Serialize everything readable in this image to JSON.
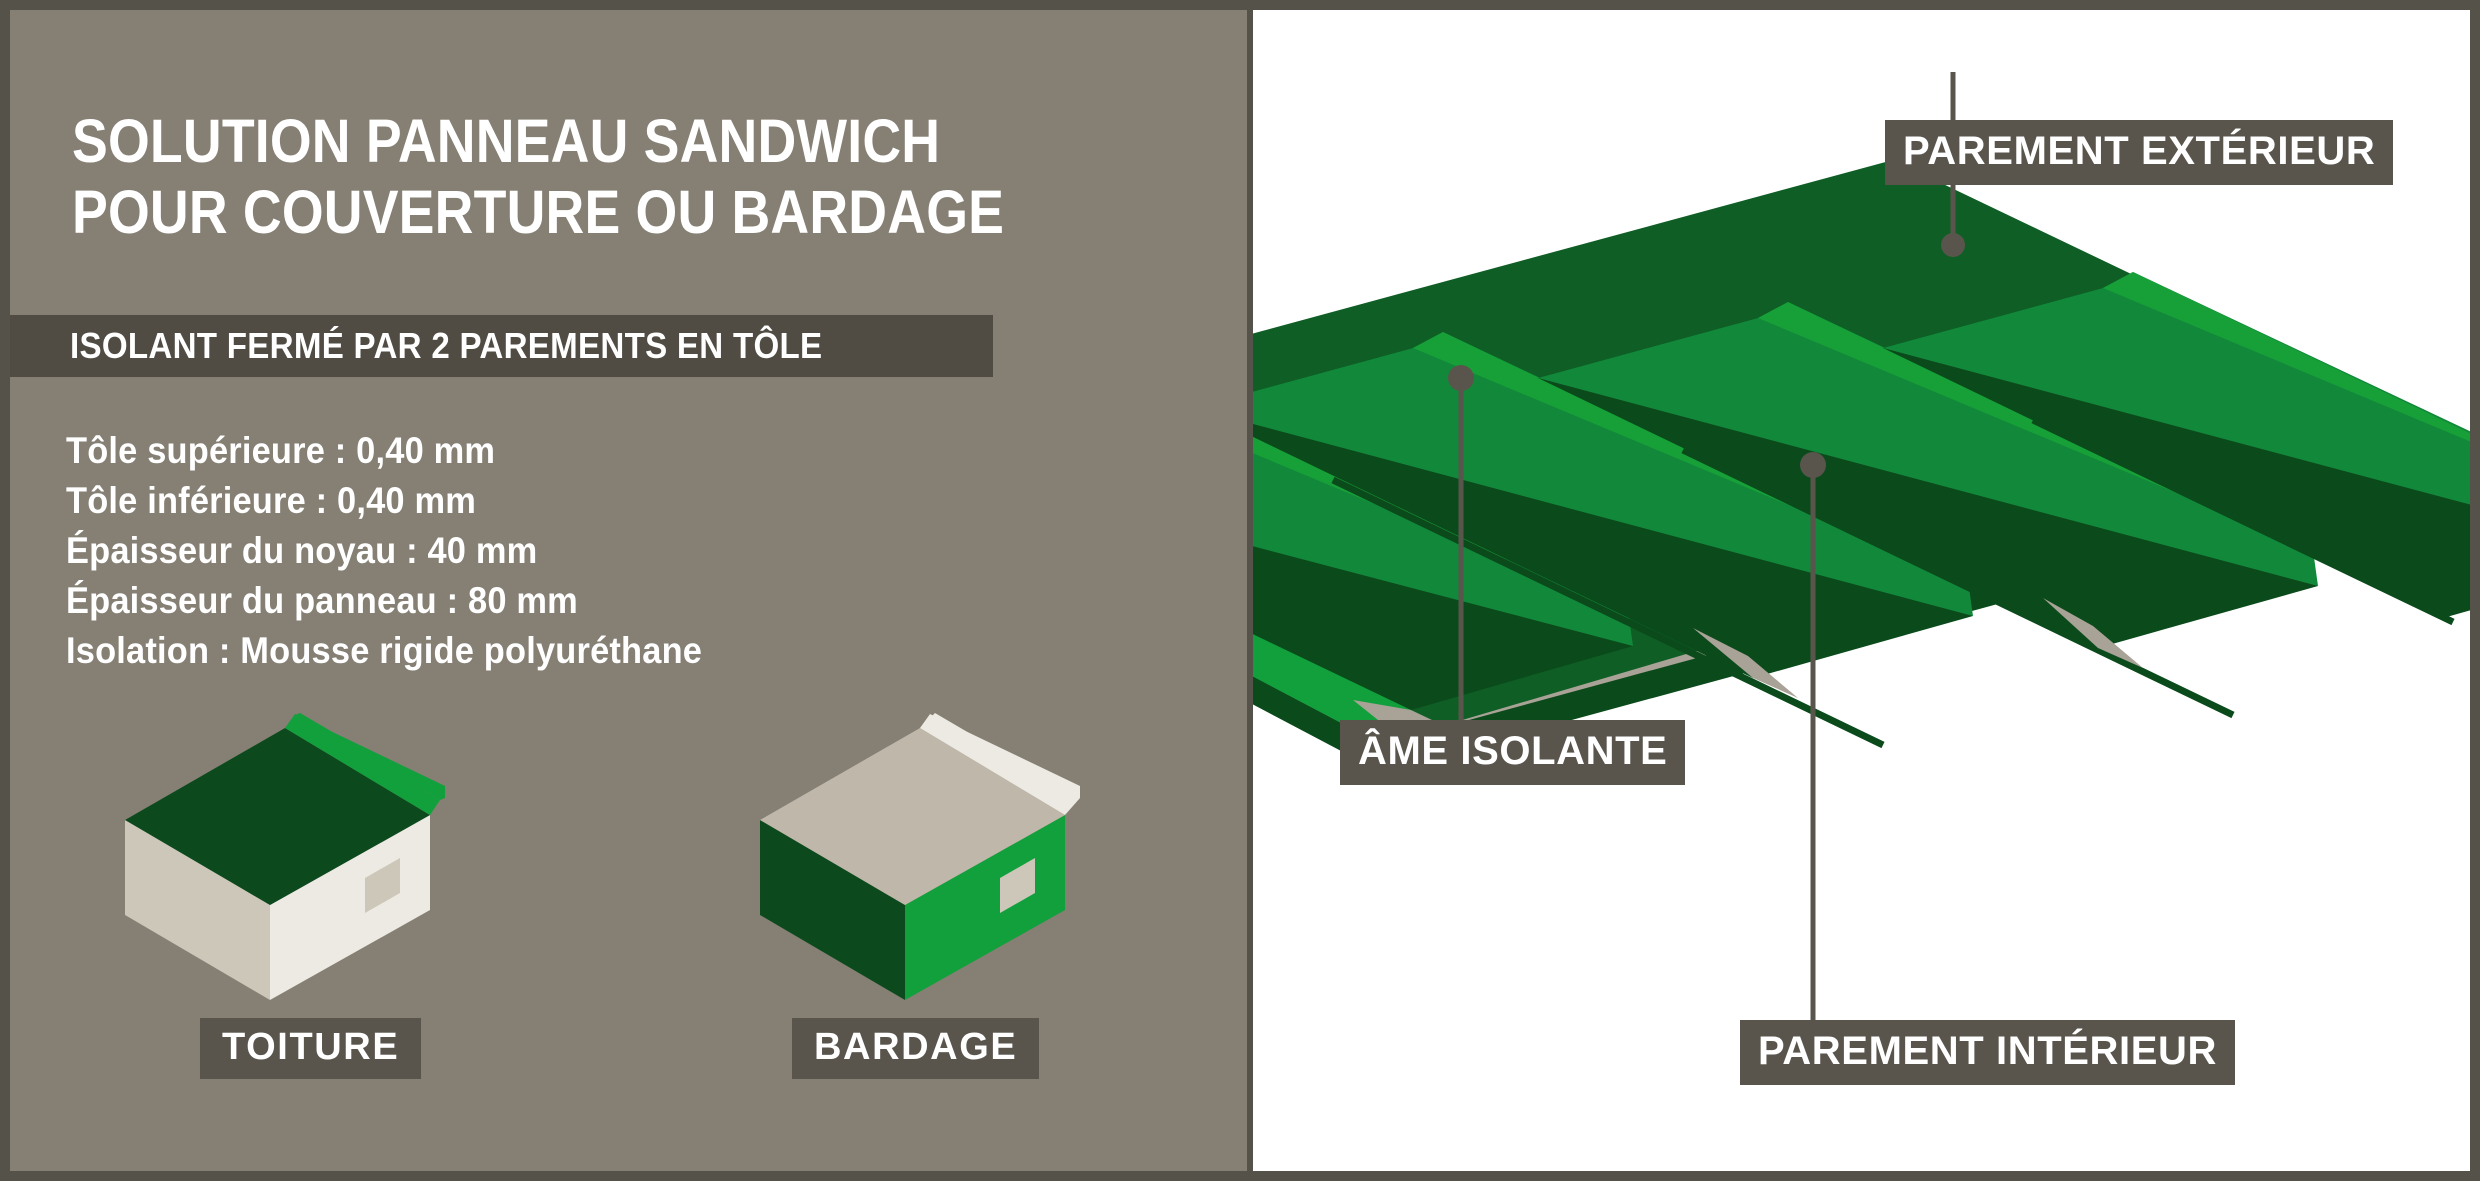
{
  "colors": {
    "page_border": "#55524a",
    "left_bg": "#857f74",
    "right_bg": "#ffffff",
    "band_dark": "#504c43",
    "label_box": "#59554c",
    "text_white": "#ffffff",
    "green_dark": "#0a4a1b",
    "green_mid": "#10803a",
    "green_bright": "#17a038",
    "core_beige": "#a9a296",
    "core_light": "#e8e4dc",
    "wall_cream": "#eceae2",
    "wall_beige": "#cdc7ba",
    "leader_line": "#59554c"
  },
  "left": {
    "title": "SOLUTION PANNEAU SANDWICH\nPOUR COUVERTURE OU BARDAGE",
    "subtitle": "ISOLANT FERMÉ PAR 2 PAREMENTS EN TÔLE",
    "specs": [
      "Tôle supérieure : 0,40 mm",
      "Tôle inférieure : 0,40 mm",
      "Épaisseur du noyau : 40 mm",
      "Épaisseur du panneau : 80 mm",
      "Isolation : Mousse rigide polyuréthane"
    ],
    "buildings": [
      {
        "caption": "TOITURE",
        "roof": "green",
        "walls": "cream"
      },
      {
        "caption": "BARDAGE",
        "roof": "beige",
        "walls": "green"
      }
    ]
  },
  "right": {
    "callouts": [
      {
        "label": "PAREMENT EXTÉRIEUR",
        "target": "outer-facing"
      },
      {
        "label": "ÂME ISOLANTE",
        "target": "insulating-core"
      },
      {
        "label": "PAREMENT INTÉRIEUR",
        "target": "inner-facing"
      }
    ]
  }
}
